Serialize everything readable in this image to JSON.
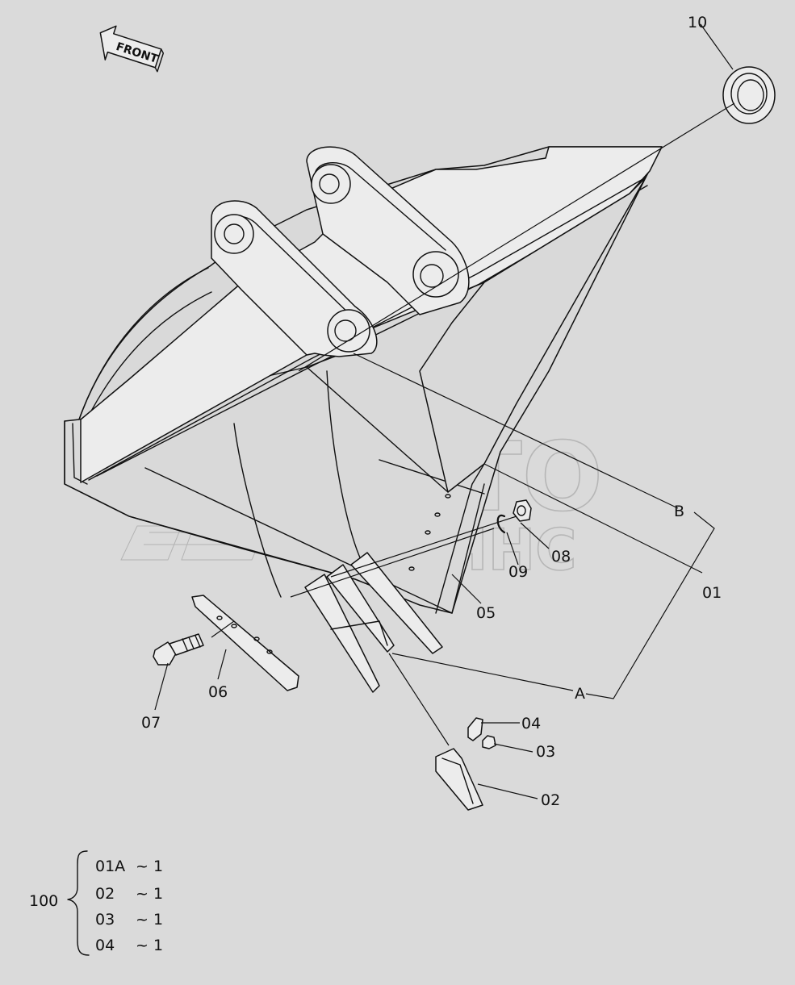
{
  "front_label": "FRONT",
  "callouts": {
    "c01": "01",
    "c02": "02",
    "c03": "03",
    "c04": "04",
    "c05": "05",
    "c06": "06",
    "c07": "07",
    "c08": "08",
    "c09": "09",
    "c10": "10",
    "cA": "A",
    "cB": "B"
  },
  "watermark": {
    "line1": "АВТО",
    "line2": "АЛЬЯНС"
  },
  "kit": {
    "number": "100",
    "rows": [
      {
        "part": "01A",
        "qty": "~ 1"
      },
      {
        "part": "02",
        "qty": "~ 1"
      },
      {
        "part": "03",
        "qty": "~ 1"
      },
      {
        "part": "04",
        "qty": "~ 1"
      }
    ]
  }
}
